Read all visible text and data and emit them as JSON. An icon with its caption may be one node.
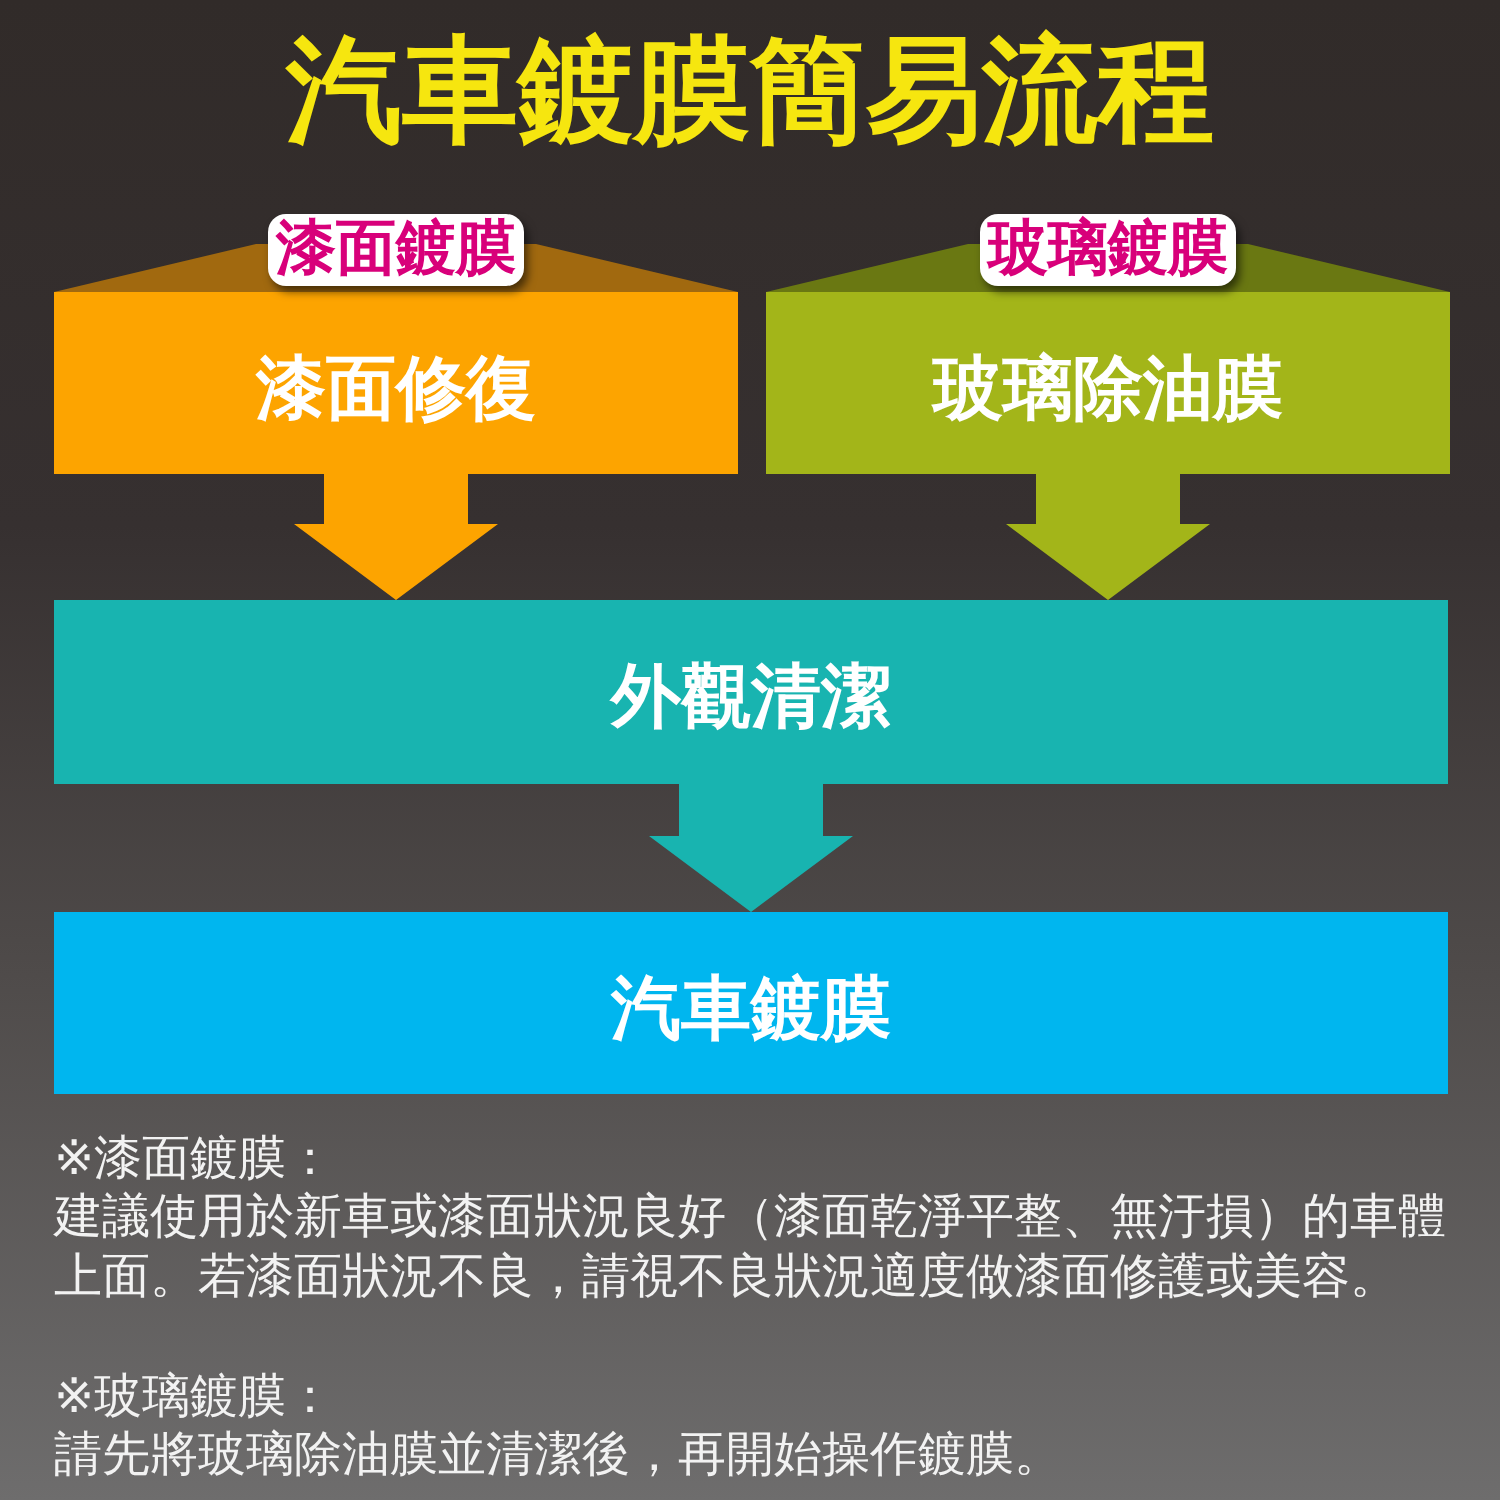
{
  "diagram": {
    "title": "汽車鍍膜簡易流程",
    "nodes": [
      {
        "text": [
          "漆面鍍膜",
          "漆面修復"
        ]
      },
      {
        "text": [
          "玻璃鍍膜",
          "玻璃除油膜"
        ]
      },
      {
        "text": [
          "外觀清潔"
        ]
      },
      {
        "text": [
          "汽車鍍膜"
        ]
      }
    ],
    "edges": [
      {
        "from": 0,
        "to": 2,
        "arrow": "to",
        "color": "#fda400"
      },
      {
        "from": 1,
        "to": 2,
        "arrow": "to",
        "color": "#a3b519"
      },
      {
        "from": 2,
        "to": 3,
        "arrow": "to",
        "color": "#18b4b0"
      }
    ],
    "labels": [
      "※漆面鍍膜：",
      "建議使用於新車或漆面狀況良好（漆面乾淨平整、無汙損）的車體上面。若漆面狀況不良，請視不良狀況適度做漆面修護或美容。",
      "※玻璃鍍膜：",
      "請先將玻璃除油膜並清潔後，再開始操作鍍膜。"
    ]
  }
}
